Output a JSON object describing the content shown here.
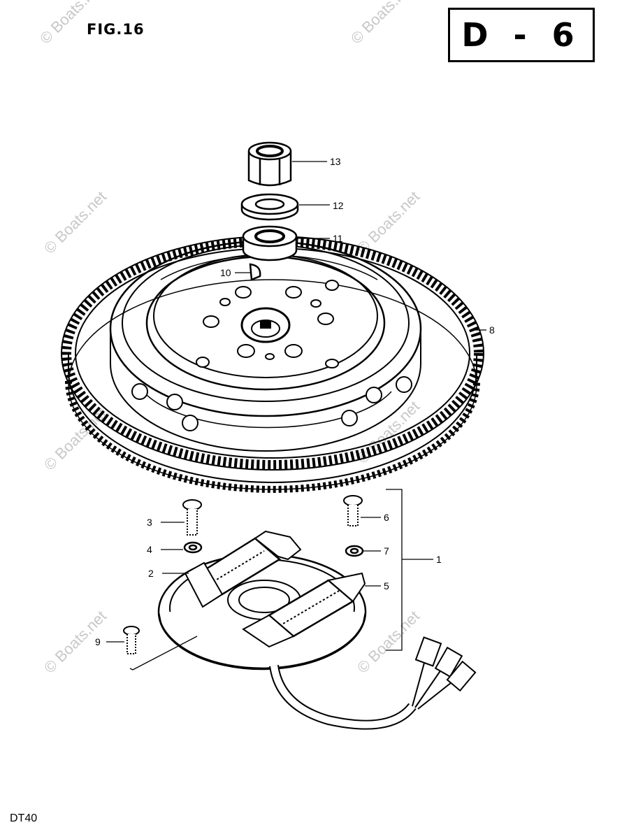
{
  "figure": {
    "label": "FIG.16"
  },
  "sheet": {
    "code": "D - 6"
  },
  "model": "DT40",
  "watermark": "© Boats.net",
  "callouts": [
    {
      "number": "13",
      "part": "nut"
    },
    {
      "number": "12",
      "part": "washer"
    },
    {
      "number": "11",
      "part": "spacer"
    },
    {
      "number": "10",
      "part": "key"
    },
    {
      "number": "8",
      "part": "flywheel"
    },
    {
      "number": "3",
      "part": "screw"
    },
    {
      "number": "4",
      "part": "washer"
    },
    {
      "number": "2",
      "part": "coil"
    },
    {
      "number": "9",
      "part": "screw"
    },
    {
      "number": "6",
      "part": "screw"
    },
    {
      "number": "7",
      "part": "washer"
    },
    {
      "number": "5",
      "part": "coil"
    },
    {
      "number": "1",
      "part": "stator assembly"
    }
  ]
}
